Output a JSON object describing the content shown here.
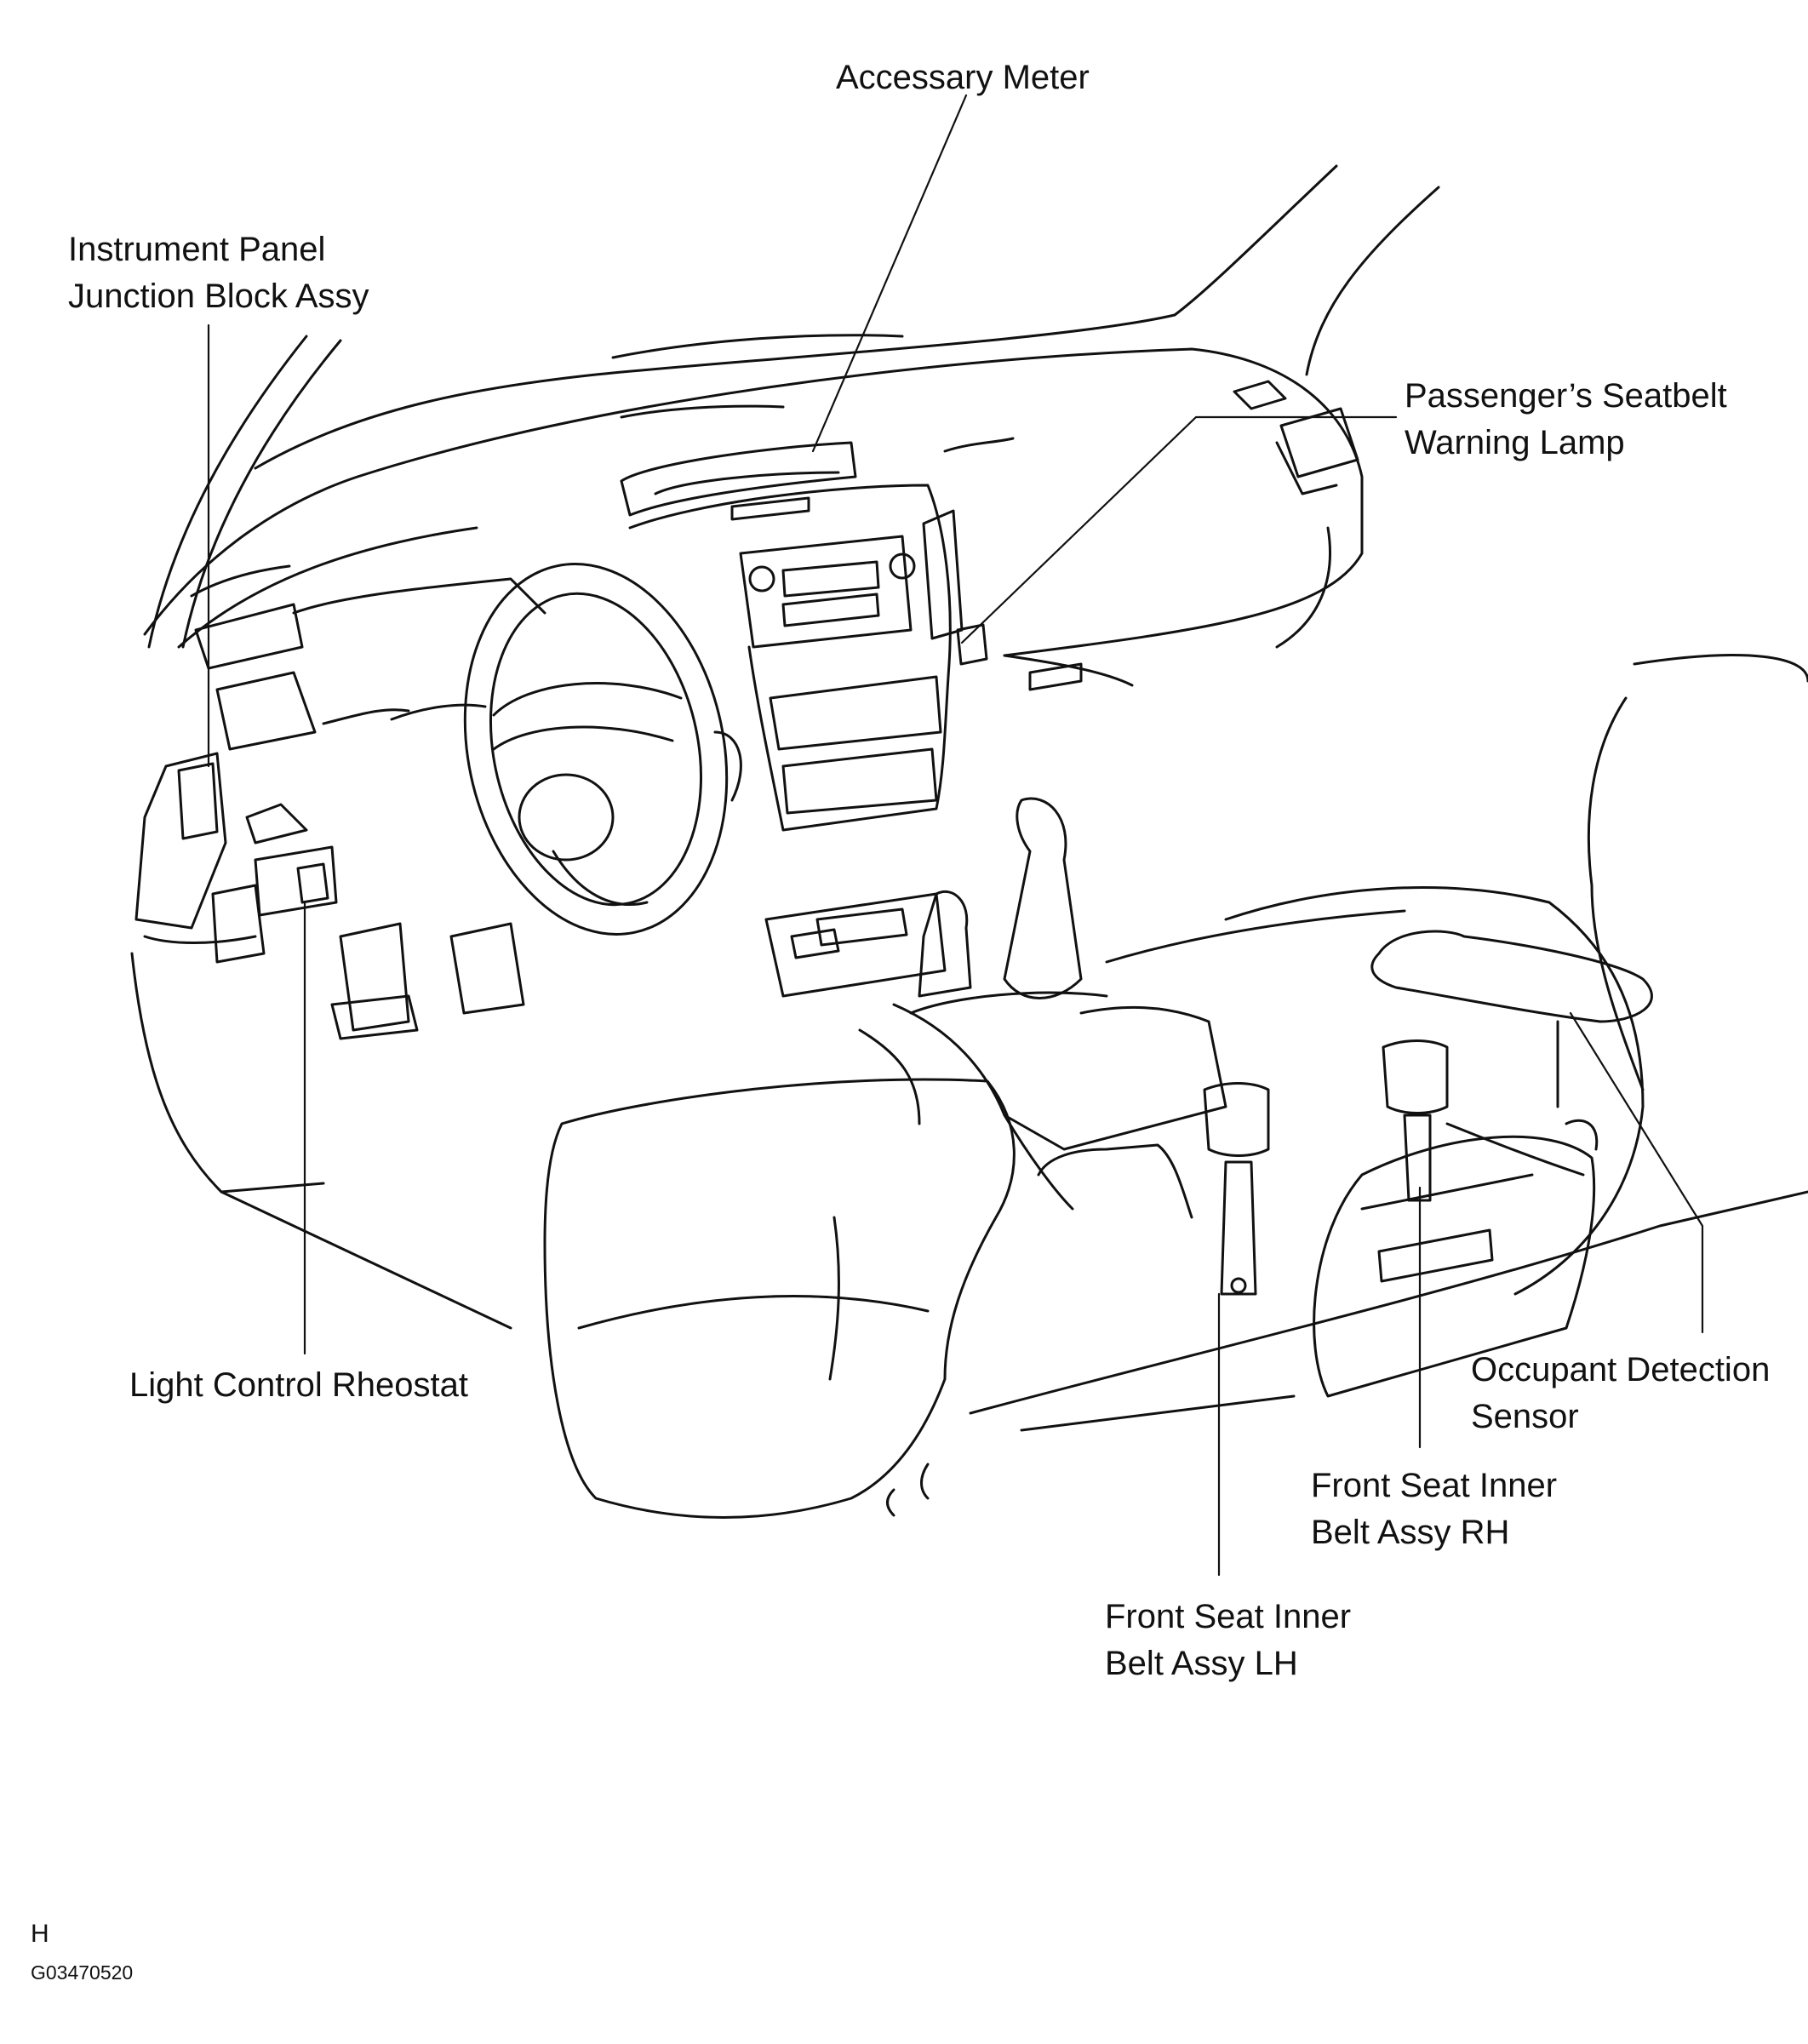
{
  "labels": {
    "accessary_meter": "Accessary Meter",
    "junction_block": [
      "Instrument Panel",
      "Junction Block Assy"
    ],
    "seatbelt_lamp": [
      "Passenger’s Seatbelt",
      "Warning Lamp"
    ],
    "light_rheostat": "Light Control Rheostat",
    "occupant_sensor": [
      "Occupant Detection",
      "Sensor"
    ],
    "belt_rh": [
      "Front Seat Inner",
      "Belt Assy RH"
    ],
    "belt_lh": [
      "Front Seat Inner",
      "Belt Assy LH"
    ]
  },
  "footer": {
    "view_letter": "H",
    "figure_code": "G03470520"
  },
  "colors": {
    "ink": "#111111",
    "background": "#ffffff"
  }
}
